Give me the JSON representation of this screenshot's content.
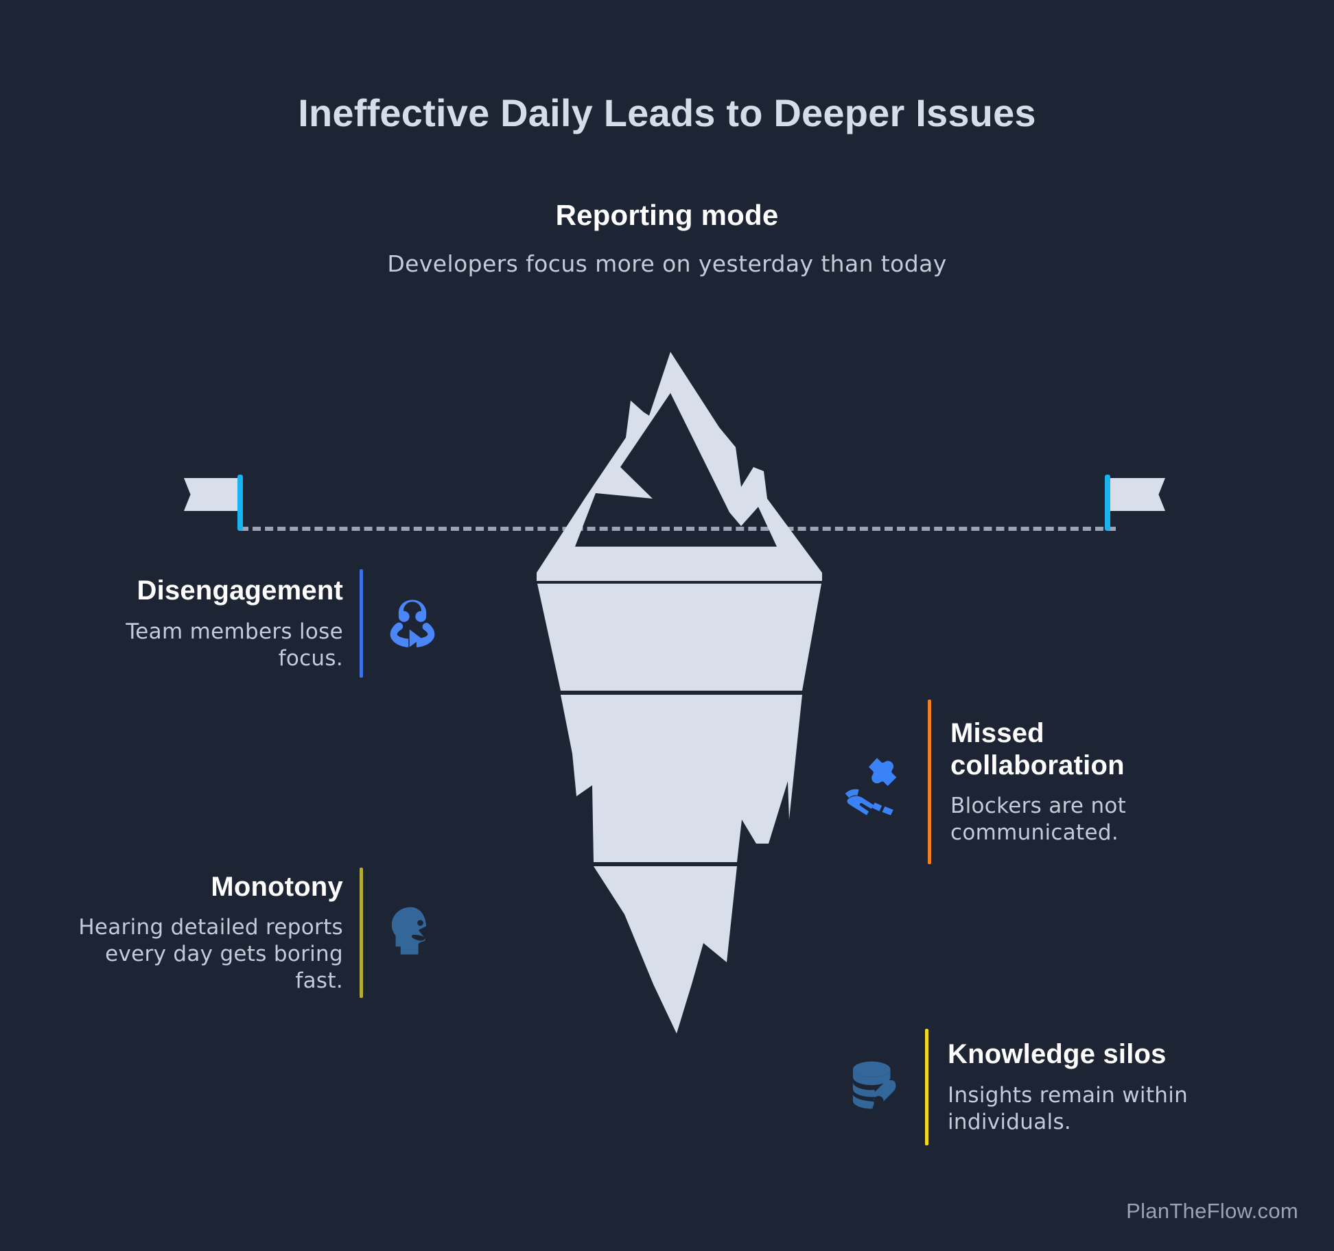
{
  "title": "Ineffective Daily Leads to Deeper Issues",
  "top": {
    "heading": "Reporting mode",
    "subtitle": "Developers focus more on yesterday than today"
  },
  "colors": {
    "background": "#1d2433",
    "iceberg": "#d8dfea",
    "waterline": "#9aa4b5",
    "flag_pole": "#19b4f0",
    "accent_blue": "#3b72e8",
    "accent_orange": "#ef7f21",
    "accent_yellow_olive": "#b3ad33",
    "accent_yellow": "#f2d91c",
    "icon_blue_bright": "#3b82f6",
    "icon_blue_muted": "#336699",
    "title_text": "#d6dce8",
    "heading_text": "#ffffff",
    "body_text": "#c3ccdb",
    "watermark_text": "#9aa4b5"
  },
  "panels": [
    {
      "id": "disengagement",
      "side": "left",
      "title": "Disengagement",
      "desc": "Team members lose focus.",
      "accent": "#3b72e8",
      "icon": "recycle-rotate-icon",
      "icon_color": "#4a86f7"
    },
    {
      "id": "monotony",
      "side": "left",
      "title": "Monotony",
      "desc": "Hearing detailed reports every day gets boring fast.",
      "accent": "#b3ad33",
      "icon": "head-profile-icon",
      "icon_color": "#336699"
    },
    {
      "id": "missed-collaboration",
      "side": "right",
      "title": "Missed collaboration",
      "desc": "Blockers are not communicated.",
      "accent": "#ef7f21",
      "icon": "puzzle-hand-icon",
      "icon_color": "#3b82f6"
    },
    {
      "id": "knowledge-silos",
      "side": "right",
      "title": "Knowledge silos",
      "desc": "Insights remain within individuals.",
      "accent": "#f2d91c",
      "icon": "database-key-icon",
      "icon_color": "#336699"
    }
  ],
  "flags": {
    "left": "flag-marker-left",
    "right": "flag-marker-right"
  },
  "iceberg": {
    "above_water": "mountain-peak-icon",
    "below_water": "iceberg-body-shape"
  },
  "watermark": "PlanTheFlow.com"
}
